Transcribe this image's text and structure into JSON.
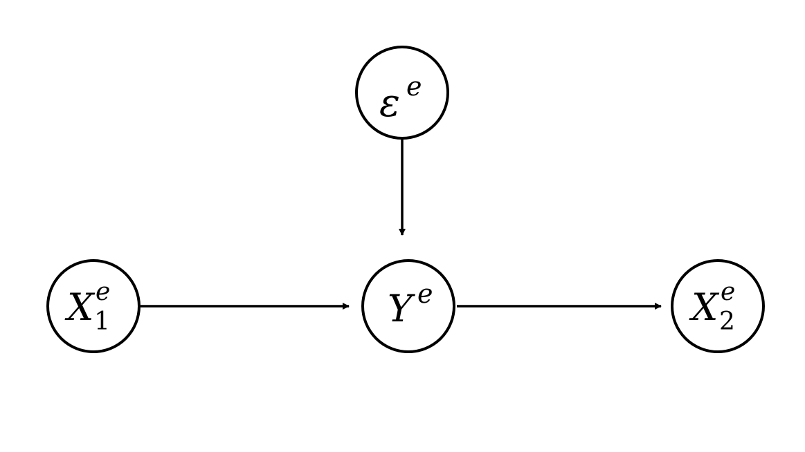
{
  "nodes": {
    "epsilon": {
      "base": "ε",
      "sup": "e",
      "sub": ""
    },
    "x1": {
      "base": "X",
      "sup": "e",
      "sub": "1"
    },
    "y": {
      "base": "Y",
      "sup": "e",
      "sub": ""
    },
    "x2": {
      "base": "X",
      "sup": "e",
      "sub": "2"
    }
  },
  "edges": [
    {
      "from": "epsilon",
      "to": "y"
    },
    {
      "from": "x1",
      "to": "y"
    },
    {
      "from": "y",
      "to": "x2"
    }
  ],
  "colors": {
    "stroke": "#000000",
    "background": "#ffffff"
  }
}
